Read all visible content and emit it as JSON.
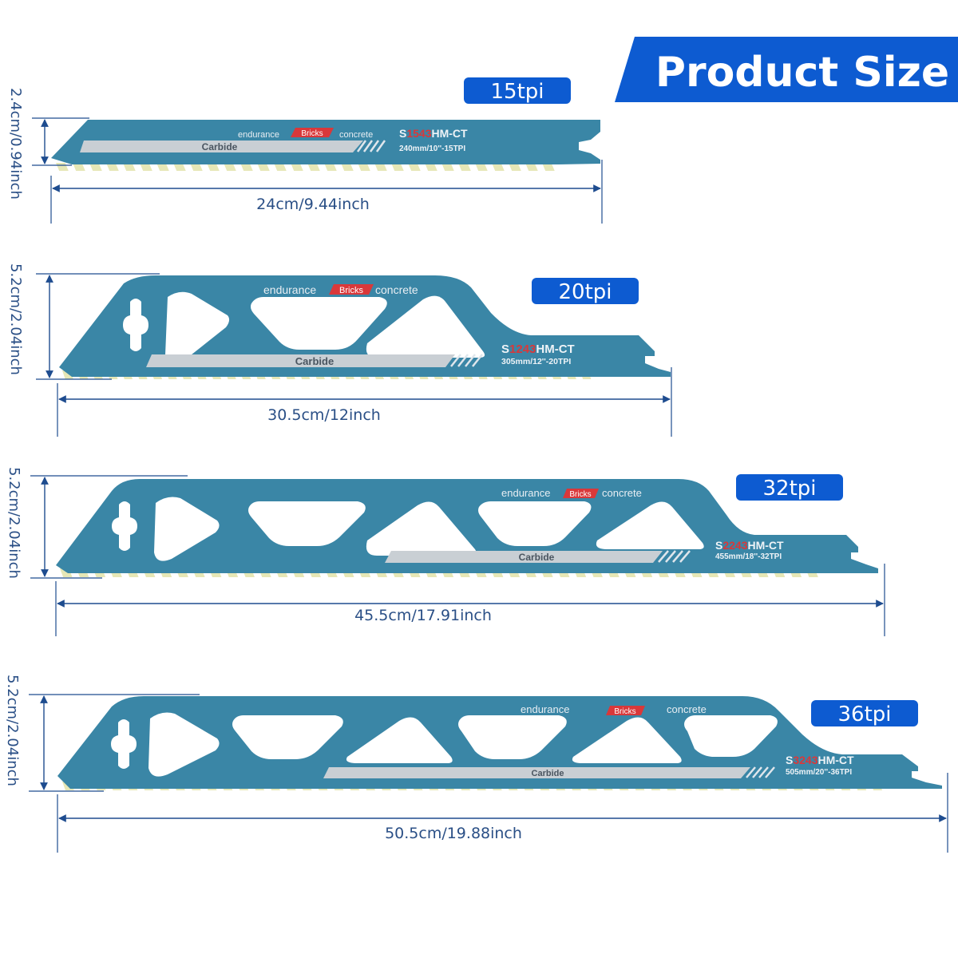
{
  "header": {
    "title": "Product Size",
    "banner_color": "#0d5bd1"
  },
  "colors": {
    "blade": "#3a86a6",
    "blade_edge": "#2f7393",
    "tooth": "#e6e7b6",
    "pill": "#0d5bd1",
    "dimension": "#1e4c8f",
    "carbide_strip": "#c9cfd4",
    "red_accent": "#d9383a"
  },
  "blades": [
    {
      "tpi_label": "15tpi",
      "length_label": "24cm/9.44inch",
      "height_label": "2.4cm/0.94inch",
      "word_left": "endurance",
      "word_mid": "Bricks",
      "word_right": "concrete",
      "carbide": "Carbide",
      "model_prefix": "S",
      "model_red": "1543",
      "model_suffix": "HM-CT",
      "spec": "240mm/10''-15TPI"
    },
    {
      "tpi_label": "20tpi",
      "length_label": "30.5cm/12inch",
      "height_label": "5.2cm/2.04inch",
      "word_left": "endurance",
      "word_mid": "Bricks",
      "word_right": "concrete",
      "carbide": "Carbide",
      "model_prefix": "S",
      "model_red": "1243",
      "model_suffix": "HM-CT",
      "spec": "305mm/12''-20TPI"
    },
    {
      "tpi_label": "32tpi",
      "length_label": "45.5cm/17.91inch",
      "height_label": "5.2cm/2.04inch",
      "word_left": "endurance",
      "word_mid": "Bricks",
      "word_right": "concrete",
      "carbide": "Carbide",
      "model_prefix": "S",
      "model_red": "2243",
      "model_suffix": "HM-CT",
      "spec": "455mm/18''-32TPI"
    },
    {
      "tpi_label": "36tpi",
      "length_label": "50.5cm/19.88inch",
      "height_label": "5.2cm/2.04inch",
      "word_left": "endurance",
      "word_mid": "Bricks",
      "word_right": "concrete",
      "carbide": "Carbide",
      "model_prefix": "S",
      "model_red": "3243",
      "model_suffix": "HM-CT",
      "spec": "505mm/20''-36TPI"
    }
  ]
}
